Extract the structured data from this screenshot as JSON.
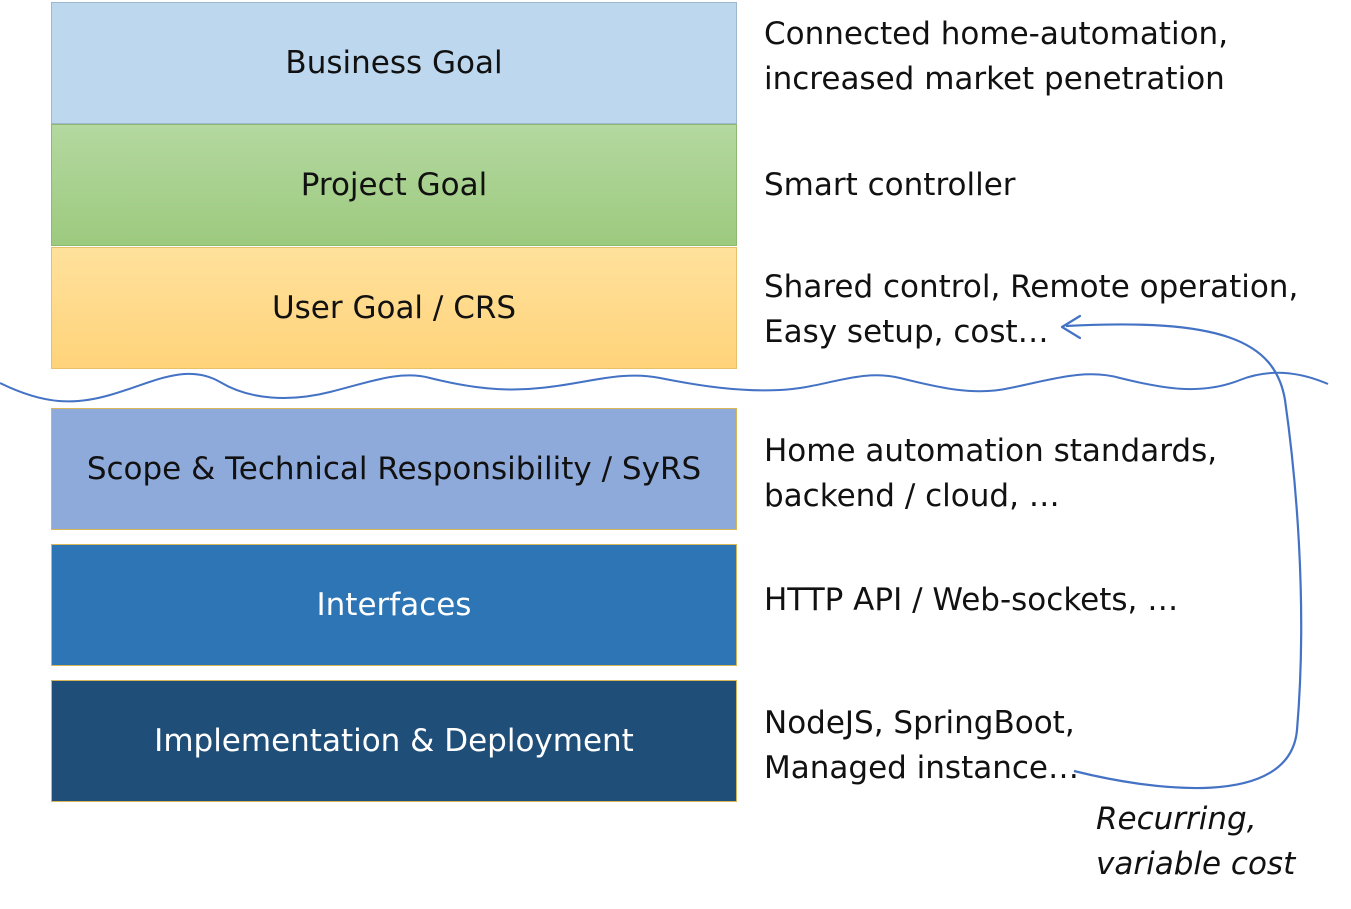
{
  "layers": [
    {
      "label": "Business Goal"
    },
    {
      "label": "Project Goal"
    },
    {
      "label": "User Goal / CRS"
    },
    {
      "label": "Scope & Technical Responsibility / SyRS"
    },
    {
      "label": "Interfaces"
    },
    {
      "label": "Implementation & Deployment"
    }
  ],
  "descriptions": [
    {
      "lines": [
        "Connected home-automation,",
        "increased market penetration"
      ]
    },
    {
      "lines": [
        "Smart controller"
      ]
    },
    {
      "lines": [
        "Shared control, Remote operation,",
        "Easy setup, cost…"
      ]
    },
    {
      "lines": [
        "Home automation standards,",
        "backend / cloud, …"
      ]
    },
    {
      "lines": [
        "HTTP API / Web-sockets, …"
      ]
    },
    {
      "lines": [
        "NodeJS, SpringBoot,",
        "Managed instance…"
      ]
    }
  ],
  "annotation": {
    "lines": [
      "Recurring,",
      "variable cost"
    ]
  },
  "colors": {
    "business_goal": "#bdd7ee",
    "project_goal": "#a9d18e",
    "user_goal": "#ffd966",
    "scope": "#8eaadb",
    "interfaces": "#2e75b6",
    "implementation": "#1f4e79",
    "arrow": "#4472c4"
  }
}
